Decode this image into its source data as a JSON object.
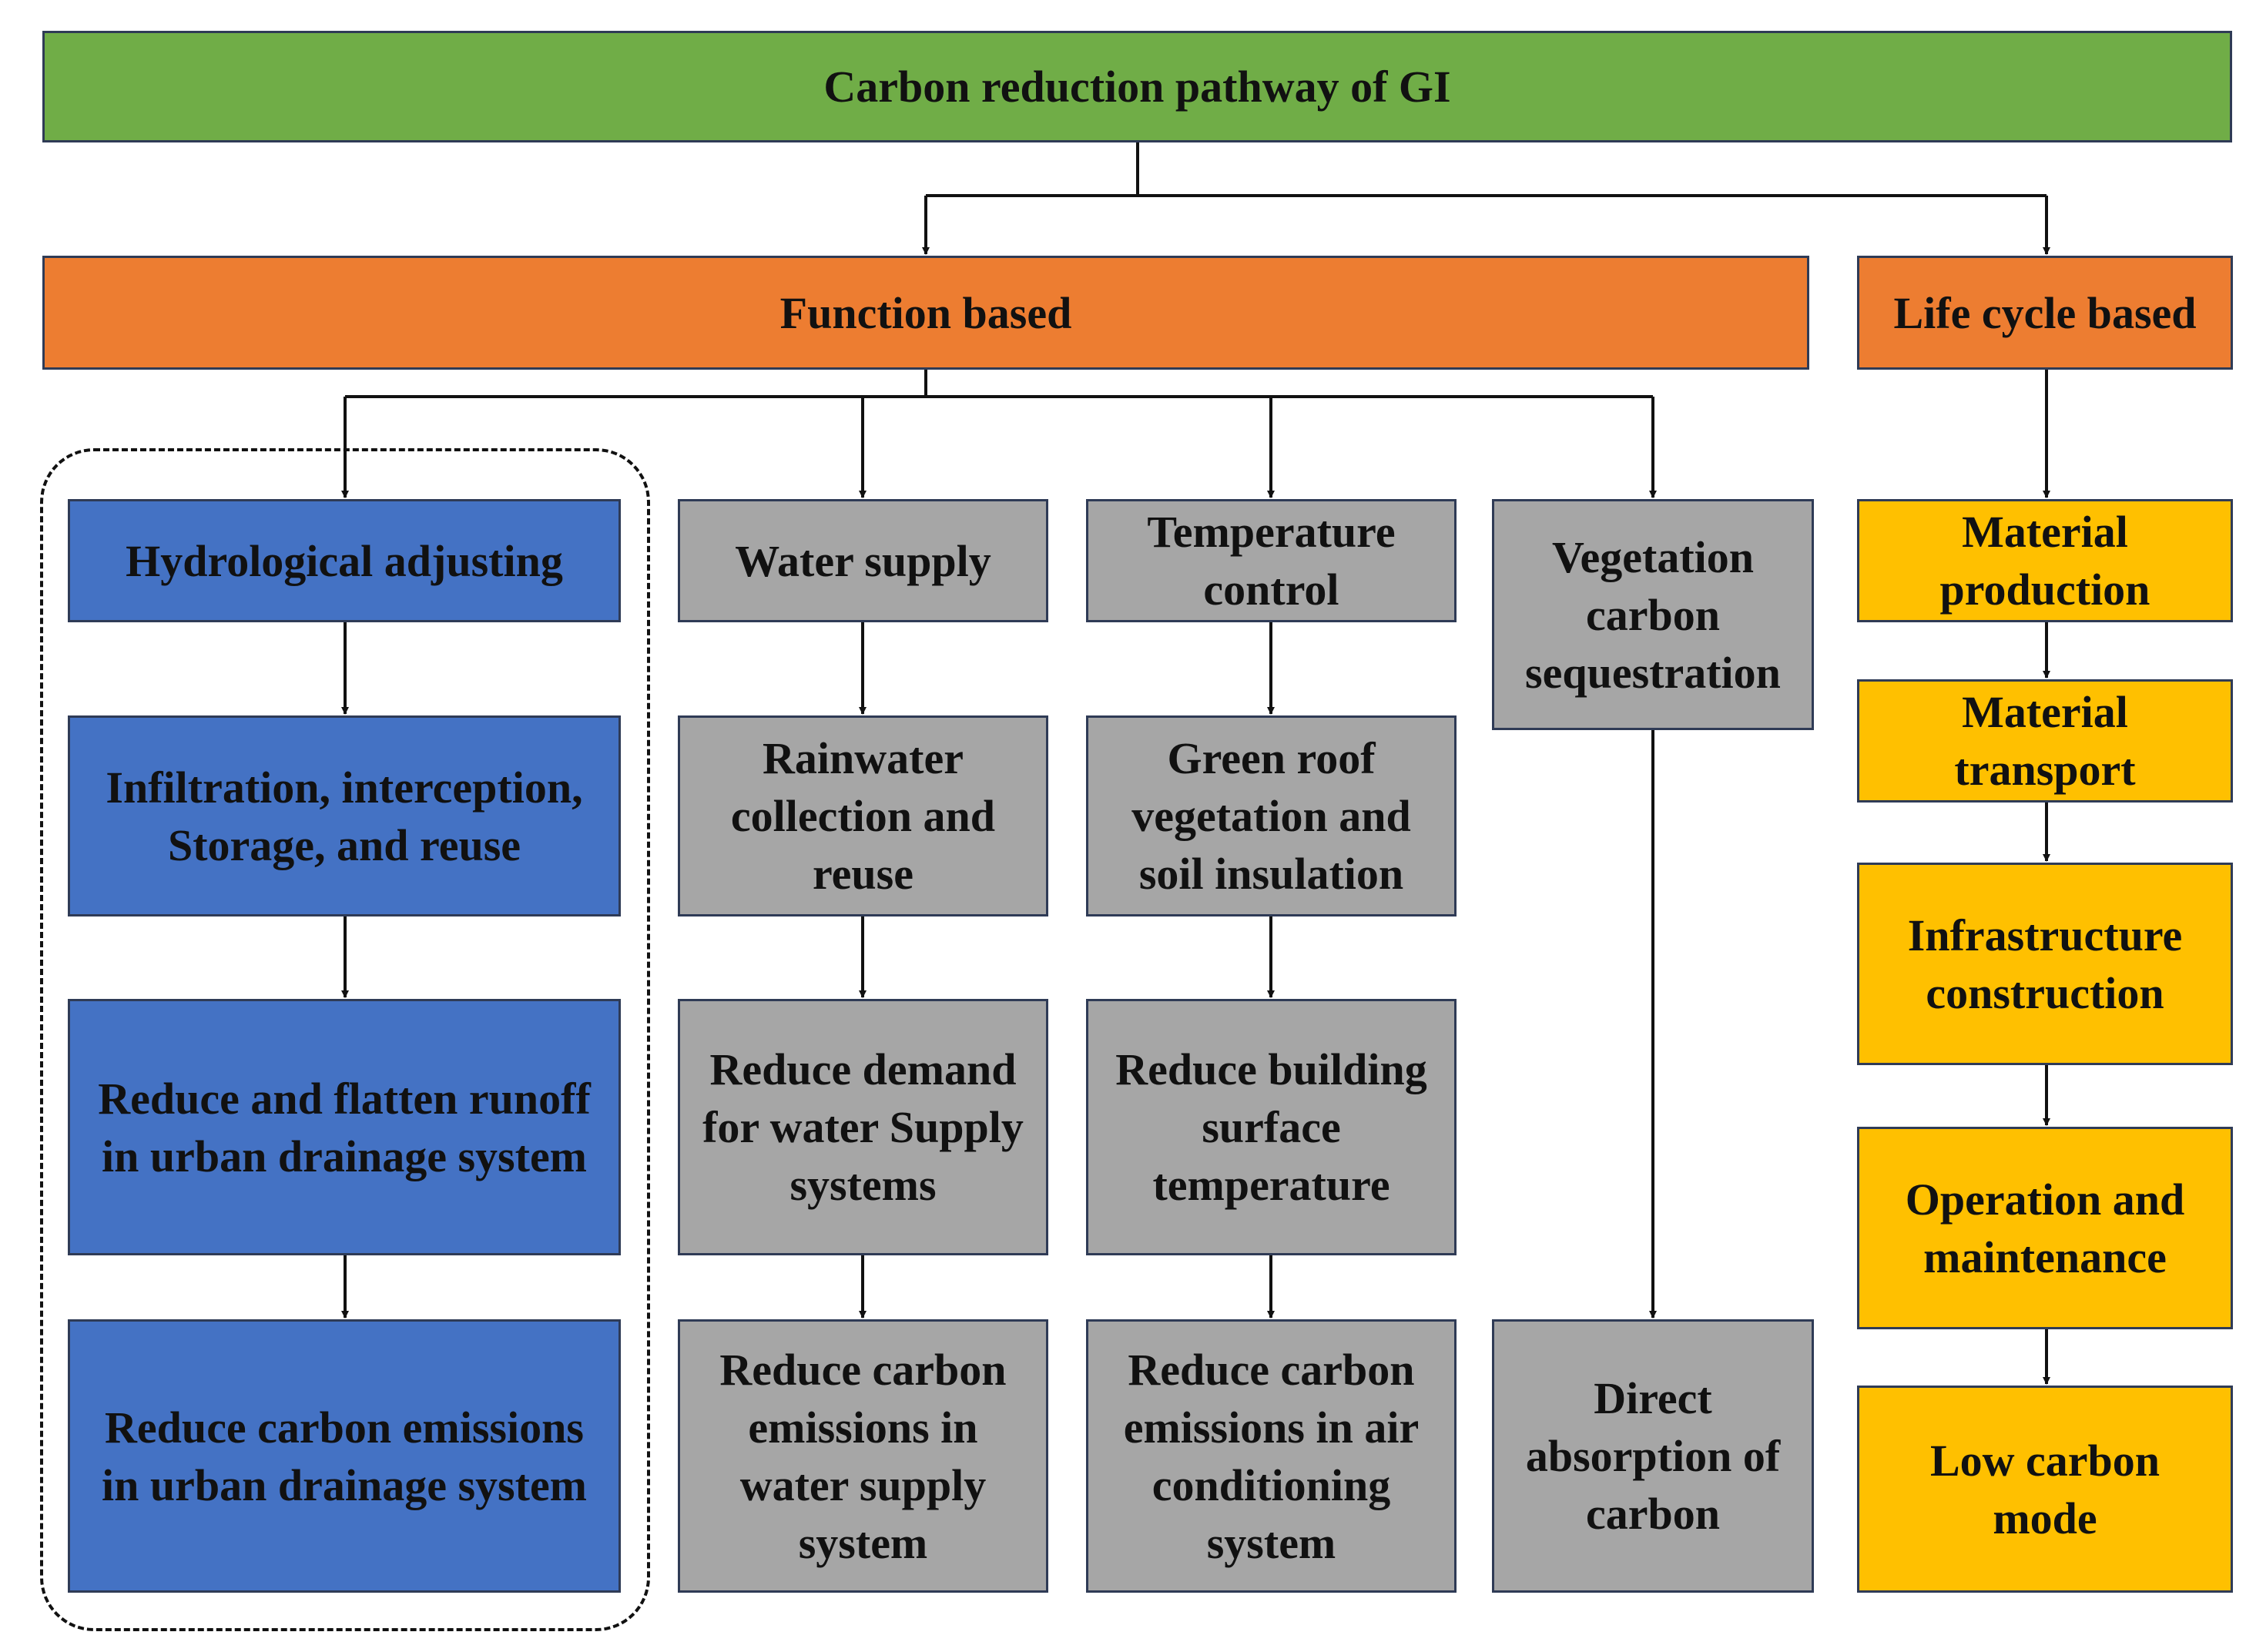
{
  "title": "Carbon reduction pathway of GI",
  "categories": {
    "function": "Function based",
    "lifecycle": "Life cycle based"
  },
  "hydro": {
    "head": "Hydrological adjusting",
    "step1": "Infiltration, interception,\nStorage, and reuse",
    "step2": "Reduce and flatten runoff\nin urban drainage system",
    "step3": "Reduce carbon emissions\nin urban drainage system"
  },
  "water": {
    "head": "Water supply",
    "step1": "Rainwater\ncollection  and\nreuse",
    "step2": "Reduce demand\nfor water Supply\nsystems",
    "step3": "Reduce carbon\nemissions in\nwater supply\nsystem"
  },
  "temp": {
    "head": "Temperature\ncontrol",
    "step1": "Green roof\nvegetation and\nsoil insulation",
    "step2": "Reduce building\nsurface\ntemperature",
    "step3": "Reduce carbon\nemissions in air\nconditioning\nsystem"
  },
  "veg": {
    "head": "Vegetation\ncarbon\nsequestration",
    "step1": "Direct\nabsorption of\ncarbon"
  },
  "life": {
    "s1": "Material\nproduction",
    "s2": "Material\ntransport",
    "s3": "Infrastructure\nconstruction",
    "s4": "Operation and\nmaintenance",
    "s5": "Low carbon\nmode"
  },
  "colors": {
    "title": "#70ad47",
    "category": "#ed7d31",
    "hydrological": "#4472c4",
    "function_branch": "#a6a6a6",
    "life_cycle": "#ffc000"
  }
}
